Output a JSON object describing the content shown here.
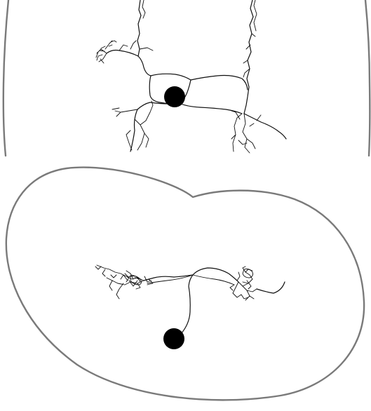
{
  "figure": {
    "panels": [
      {
        "view": "front",
        "outline_icon": "region-outline-open-bottom",
        "neuron_icon": "neuron-morphology-reconstruction"
      },
      {
        "view": "top",
        "outline_icon": "region-outline-kidney-shape",
        "neuron_icon": "neuron-morphology-reconstruction"
      }
    ],
    "colors": {
      "outline": "#7a7a7a",
      "neurite": "#111111",
      "soma": "#000000",
      "background": "#ffffff"
    }
  }
}
